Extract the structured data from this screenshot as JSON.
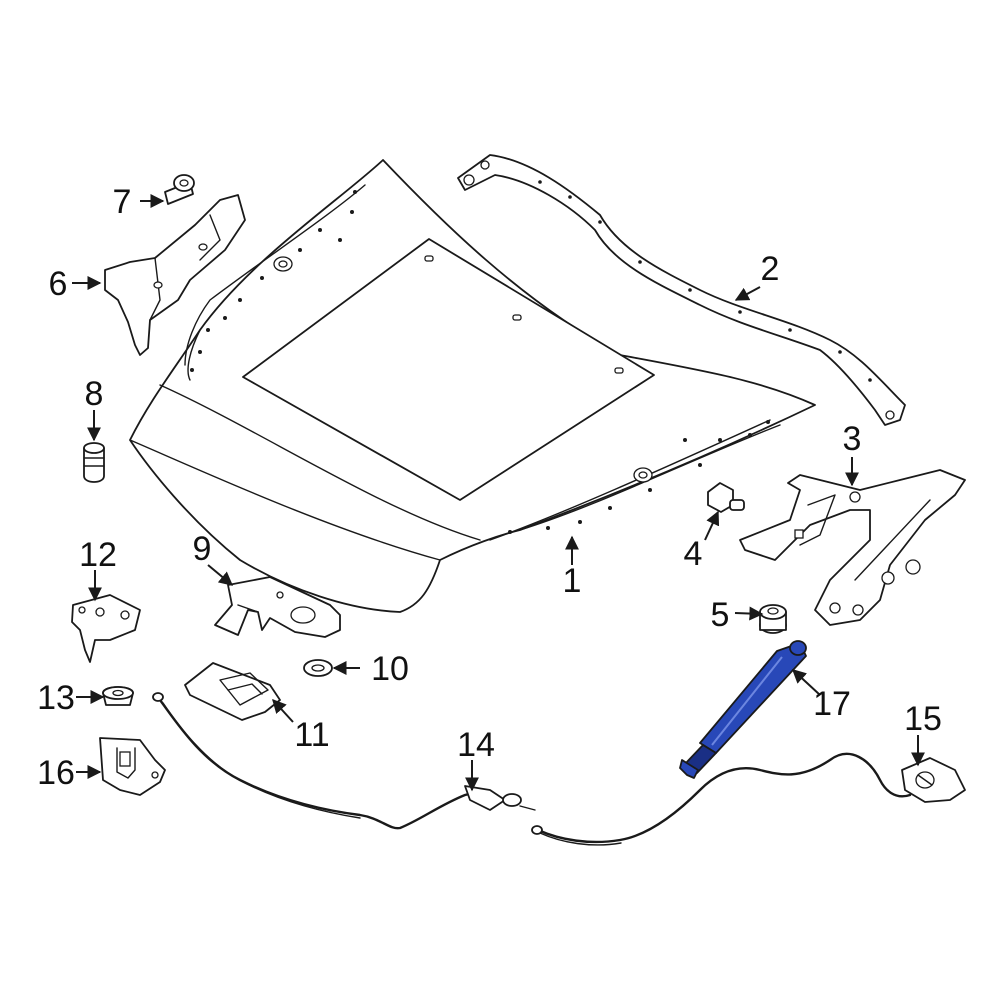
{
  "colors": {
    "line": "#1a1a1a",
    "highlight": "#2848b8",
    "highlight_dark": "#1a2f85",
    "background": "#ffffff"
  },
  "callouts": {
    "c1": "1",
    "c2": "2",
    "c3": "3",
    "c4": "4",
    "c5": "5",
    "c6": "6",
    "c7": "7",
    "c8": "8",
    "c9": "9",
    "c10": "10",
    "c11": "11",
    "c12": "12",
    "c13": "13",
    "c14": "14",
    "c15": "15",
    "c16": "16",
    "c17": "17"
  },
  "highlighted_part": "17"
}
